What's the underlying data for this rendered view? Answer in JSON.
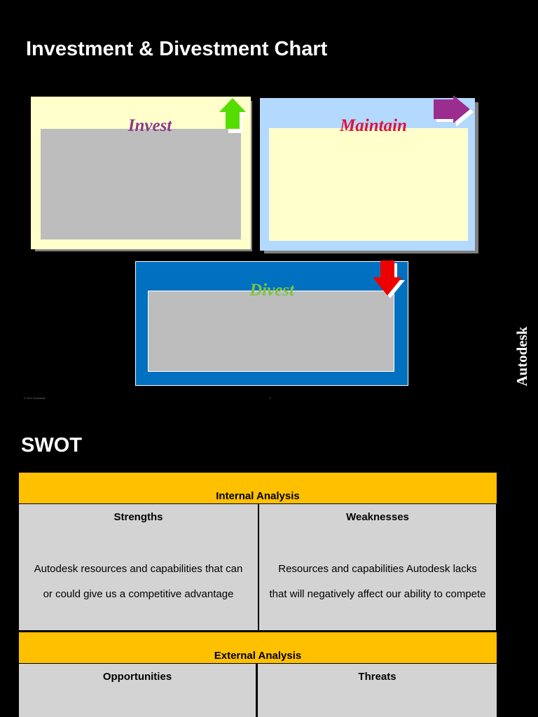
{
  "slide1": {
    "title": "Investment & Divestment Chart",
    "cards": {
      "invest": {
        "label": "Invest",
        "label_color": "#8b3a8b",
        "arrow_color": "#55dd00"
      },
      "maintain": {
        "label": "Maintain",
        "label_color": "#dc143c",
        "arrow_color": "#9b2d8e"
      },
      "divest": {
        "label": "Divest",
        "label_color": "#7fc341",
        "arrow_color": "#ee0000"
      }
    },
    "footer_left": "© 2007 Autodesk",
    "footer_page": "1",
    "brand": "Autodesk"
  },
  "slide2": {
    "title": "SWOT",
    "internal": {
      "heading": "Internal Analysis",
      "strengths": {
        "title": "Strengths",
        "line1": "Autodesk resources and capabilities that can",
        "line2": "or could give us a competitive advantage"
      },
      "weaknesses": {
        "title": "Weaknesses",
        "line1": "Resources and capabilities Autodesk lacks",
        "line2": "that will negatively affect our ability to compete"
      }
    },
    "external": {
      "heading": "External Analysis",
      "opportunities": {
        "title": "Opportunities"
      },
      "threats": {
        "title": "Threats"
      }
    }
  },
  "colors": {
    "background": "#000000",
    "band": "#ffc000",
    "cell": "#d3d3d3",
    "divest_panel": "#0070c0"
  }
}
